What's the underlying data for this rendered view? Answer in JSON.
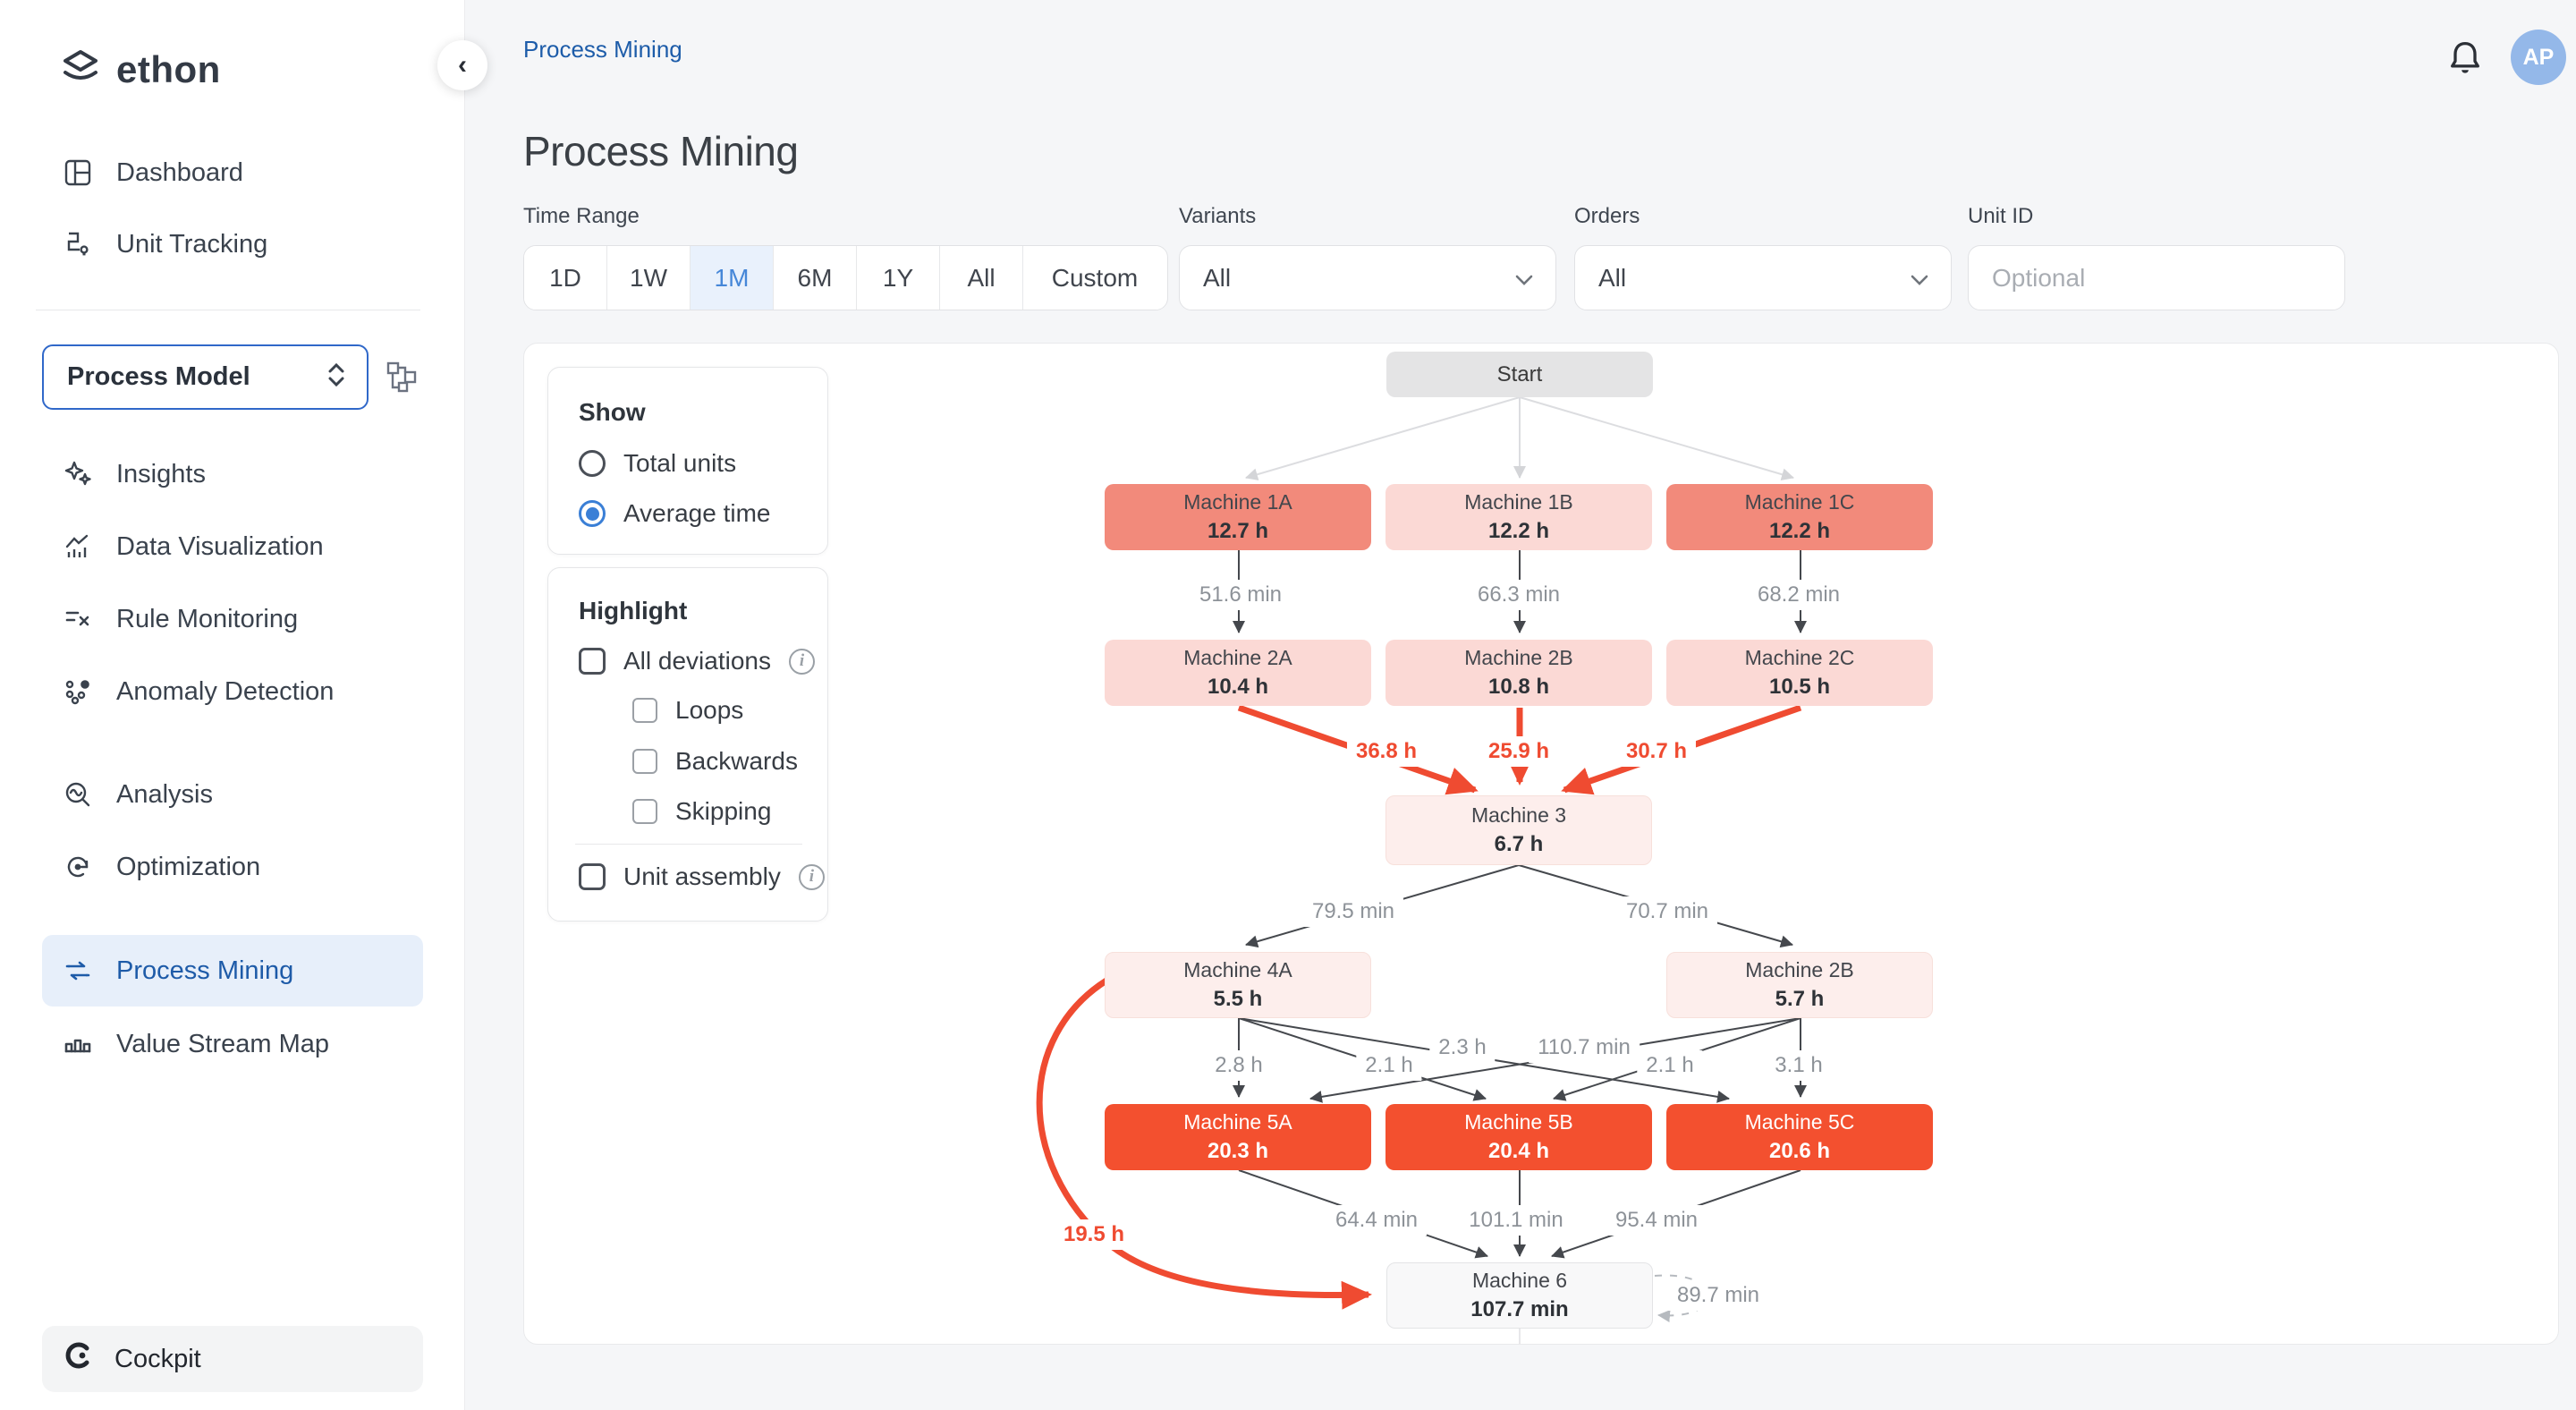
{
  "sidebar": {
    "logo": "ethon",
    "collapse_icon": "chevron-left-icon",
    "top_items": [
      {
        "label": "Dashboard",
        "icon": "dashboard-icon"
      },
      {
        "label": "Unit Tracking",
        "icon": "route-icon"
      }
    ],
    "model_selector": {
      "value": "Process Model",
      "icon": "chevrons-up-down-icon",
      "side_icon": "hierarchy-icon"
    },
    "menu_items": [
      {
        "label": "Insights",
        "icon": "sparkles-icon"
      },
      {
        "label": "Data Visualization",
        "icon": "chart-icon"
      },
      {
        "label": "Rule Monitoring",
        "icon": "rules-icon"
      },
      {
        "label": "Anomaly Detection",
        "icon": "scatter-dots-icon"
      },
      {
        "label": "Analysis",
        "icon": "magnifier-wave-icon"
      },
      {
        "label": "Optimization",
        "icon": "cycle-icon"
      },
      {
        "label": "Process Mining",
        "icon": "process-arrows-icon",
        "active": true
      },
      {
        "label": "Value Stream Map",
        "icon": "stream-steps-icon"
      }
    ],
    "footer_item": {
      "label": "Cockpit",
      "icon": "cockpit-logo-icon"
    }
  },
  "header": {
    "breadcrumb": "Process Mining",
    "notification_icon": "bell-icon",
    "avatar_initials": "AP"
  },
  "page": {
    "title": "Process Mining"
  },
  "filters": {
    "time_range_label": "Time Range",
    "time_ranges": [
      "1D",
      "1W",
      "1M",
      "6M",
      "1Y",
      "All",
      "Custom"
    ],
    "selected_time_range": "1M",
    "variants_label": "Variants",
    "variants_value": "All",
    "orders_label": "Orders",
    "orders_value": "All",
    "unit_id_label": "Unit ID",
    "unit_id_placeholder": "Optional"
  },
  "panels": {
    "show": {
      "title": "Show",
      "options": [
        "Total units",
        "Average time"
      ],
      "selected": "Average time"
    },
    "highlight": {
      "title": "Highlight",
      "all_deviations": "All deviations",
      "loops": "Loops",
      "backwards": "Backwards",
      "skipping": "Skipping",
      "unit_assembly": "Unit assembly"
    }
  },
  "diagram": {
    "accent_red": "#ef4b31",
    "nodes": [
      {
        "id": "start",
        "title": "Start",
        "value": ""
      },
      {
        "id": "m1a",
        "title": "Machine 1A",
        "value": "12.7 h"
      },
      {
        "id": "m1b",
        "title": "Machine 1B",
        "value": "12.2 h"
      },
      {
        "id": "m1c",
        "title": "Machine 1C",
        "value": "12.2 h"
      },
      {
        "id": "m2a",
        "title": "Machine 2A",
        "value": "10.4 h"
      },
      {
        "id": "m2b",
        "title": "Machine 2B",
        "value": "10.8 h"
      },
      {
        "id": "m2c",
        "title": "Machine 2C",
        "value": "10.5 h"
      },
      {
        "id": "m3",
        "title": "Machine 3",
        "value": "6.7 h"
      },
      {
        "id": "m4a",
        "title": "Machine 4A",
        "value": "5.5 h"
      },
      {
        "id": "m2b-stage4",
        "title": "Machine 2B",
        "value": "5.7 h"
      },
      {
        "id": "m5a",
        "title": "Machine 5A",
        "value": "20.3 h"
      },
      {
        "id": "m5b",
        "title": "Machine 5B",
        "value": "20.4 h"
      },
      {
        "id": "m5c",
        "title": "Machine 5C",
        "value": "20.6 h"
      },
      {
        "id": "m6",
        "title": "Machine 6",
        "value": "107.7 min"
      }
    ],
    "edges": [
      {
        "from": "start",
        "to": "m1a",
        "label": ""
      },
      {
        "from": "start",
        "to": "m1b",
        "label": ""
      },
      {
        "from": "start",
        "to": "m1c",
        "label": ""
      },
      {
        "from": "m1a",
        "to": "m2a",
        "label": "51.6 min"
      },
      {
        "from": "m1b",
        "to": "m2b",
        "label": "66.3 min"
      },
      {
        "from": "m1c",
        "to": "m2c",
        "label": "68.2 min"
      },
      {
        "from": "m2a",
        "to": "m3",
        "label": "36.8 h",
        "style": "red"
      },
      {
        "from": "m2b",
        "to": "m3",
        "label": "25.9 h",
        "style": "red"
      },
      {
        "from": "m2c",
        "to": "m3",
        "label": "30.7 h",
        "style": "red"
      },
      {
        "from": "m3",
        "to": "m4a",
        "label": "79.5 min"
      },
      {
        "from": "m3",
        "to": "m2b-stage4",
        "label": "70.7 min"
      },
      {
        "from": "m4a",
        "to": "m5a",
        "label": "2.8 h"
      },
      {
        "from": "m4a",
        "to": "m5b",
        "label": "2.1 h"
      },
      {
        "from": "m4a",
        "to": "m5c",
        "label": "2.3 h"
      },
      {
        "from": "m2b-stage4",
        "to": "m5a",
        "label": "110.7 min"
      },
      {
        "from": "m2b-stage4",
        "to": "m5b",
        "label": "2.1 h"
      },
      {
        "from": "m2b-stage4",
        "to": "m5c",
        "label": "3.1 h"
      },
      {
        "from": "m5a",
        "to": "m6",
        "label": "64.4 min"
      },
      {
        "from": "m5b",
        "to": "m6",
        "label": "101.1 min"
      },
      {
        "from": "m5c",
        "to": "m6",
        "label": "95.4 min"
      },
      {
        "from": "m6",
        "to": "m6",
        "label": "89.7 min",
        "style": "dashed-loop"
      },
      {
        "from": "m4a",
        "to": "m6",
        "label": "19.5 h",
        "style": "red"
      }
    ]
  }
}
